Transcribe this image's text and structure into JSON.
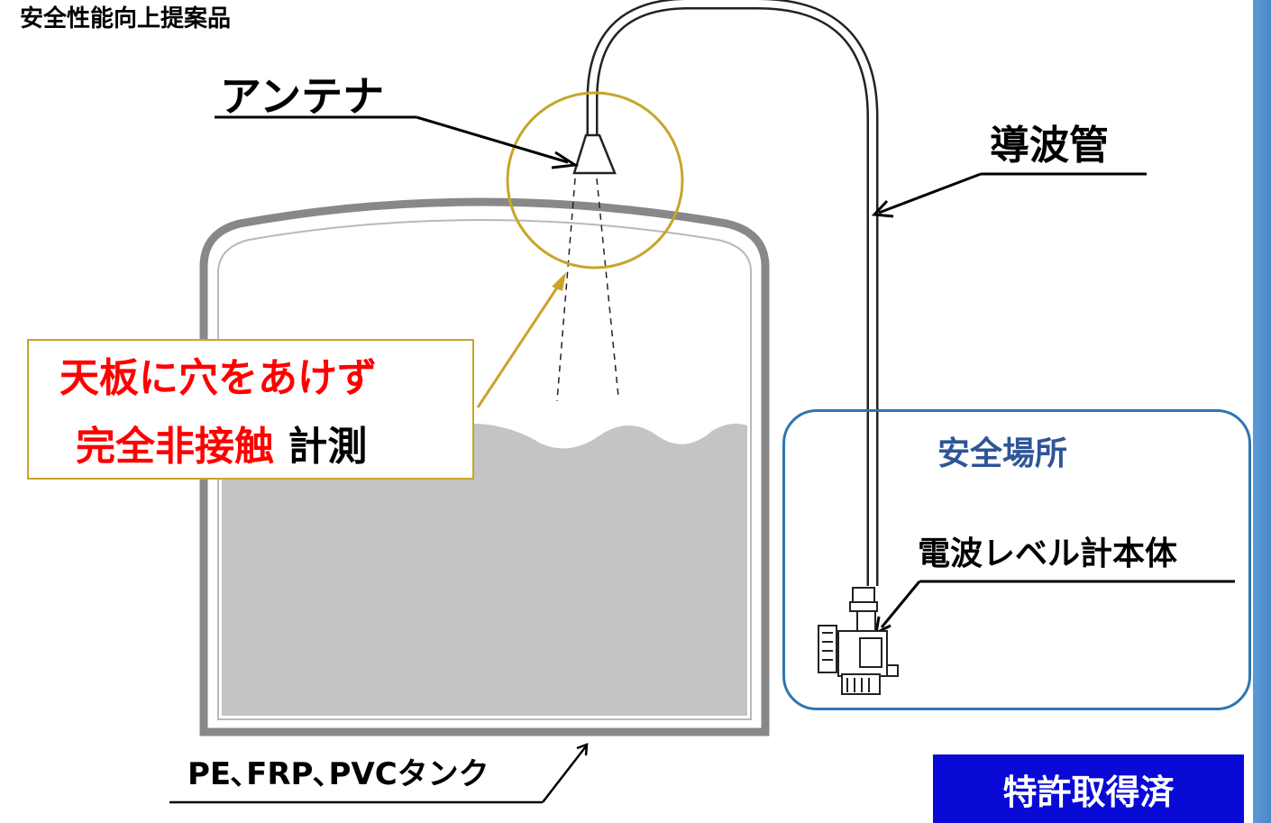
{
  "top_label": "安全性能向上提案品",
  "antenna_label": "アンテナ",
  "waveguide_label": "導波管",
  "callout": {
    "line1": "天板に穴をあけず",
    "line2_red": "完全非接触",
    "line2_black": "計測"
  },
  "safe_area_label": "安全場所",
  "meter_body_label": "電波レベル計本体",
  "tank_label": "PE､FRP､PVCタンク",
  "patent_badge": "特許取得済",
  "colors": {
    "callout_border": "#c8a52a",
    "highlight_red": "#ff0000",
    "safe_area_border": "#2e75b6",
    "safe_area_text": "#2e5597",
    "patent_bg": "#0a0ad6",
    "tank_fill": "#c4c4c4",
    "tank_wall": "#8a8a8a"
  }
}
